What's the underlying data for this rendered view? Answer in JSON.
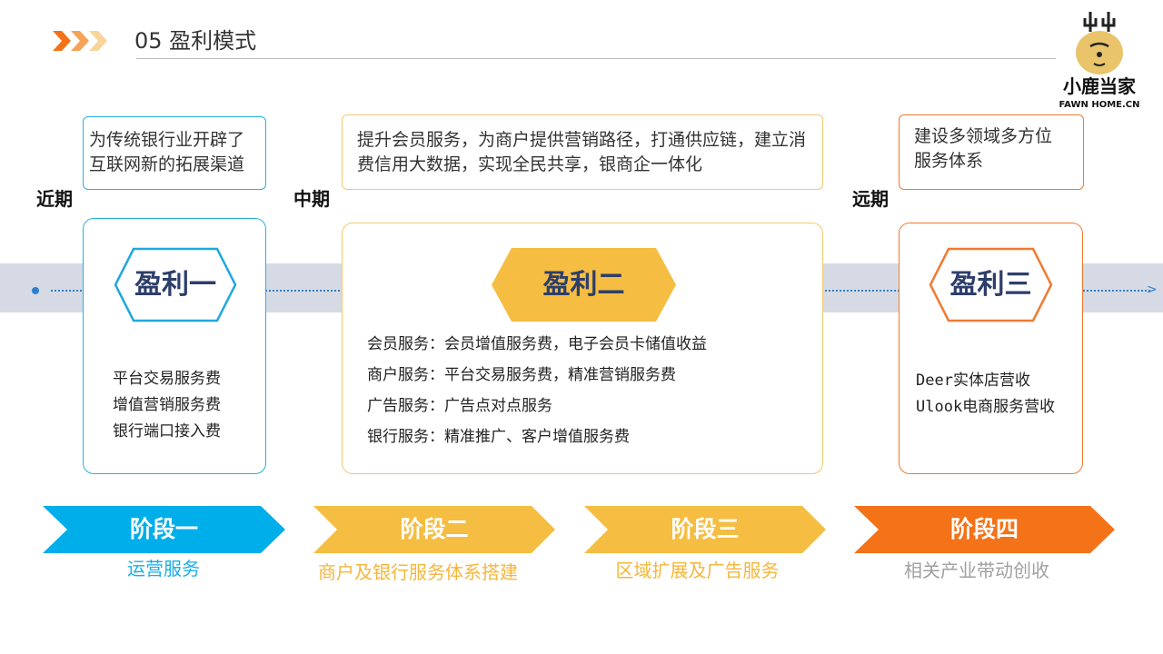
{
  "header": {
    "title": "05 盈利模式",
    "logo_text": "小鹿当家",
    "logo_sub": "FAWN HOME.CN"
  },
  "periods": [
    "近期",
    "中期",
    "远期"
  ],
  "stages": [
    {
      "desc": "为传统银行业开辟了互联网新的拓展渠道",
      "profit": "盈利一",
      "items": [
        "平台交易服务费",
        "增值营销服务费",
        "银行端口接入费"
      ],
      "chevron": "阶段一",
      "subtitle": "运营服务",
      "color": "#00aeea"
    },
    {
      "desc": "提升会员服务，为商户提供营销路径，打通供应链，建立消费信用大数据，实现全民共享，银商企一体化",
      "profit": "盈利二",
      "items": [
        "会员服务：会员增值服务费，电子会员卡储值收益",
        "商户服务：平台交易服务费，精准营销服务费",
        "广告服务：广告点对点服务",
        "银行服务：精准推广、客户增值服务费"
      ],
      "chevron": "阶段二",
      "subtitle": "商户及银行服务体系搭建",
      "color": "#f5bd41"
    },
    {
      "desc": "建设多领域多方位服务体系",
      "profit": "盈利三",
      "items": [
        "Deer实体店营收",
        "Ulook电商服务营收"
      ],
      "chevron": "阶段三",
      "subtitle": "区域扩展及广告服务",
      "color": "#f47218"
    }
  ],
  "stage4": {
    "chevron": "阶段四",
    "subtitle": "相关产业带动创收"
  },
  "colors": {
    "blue": "#00aeea",
    "yellow": "#f5bd41",
    "orange": "#f47218",
    "gray": "#a0a0a0"
  }
}
